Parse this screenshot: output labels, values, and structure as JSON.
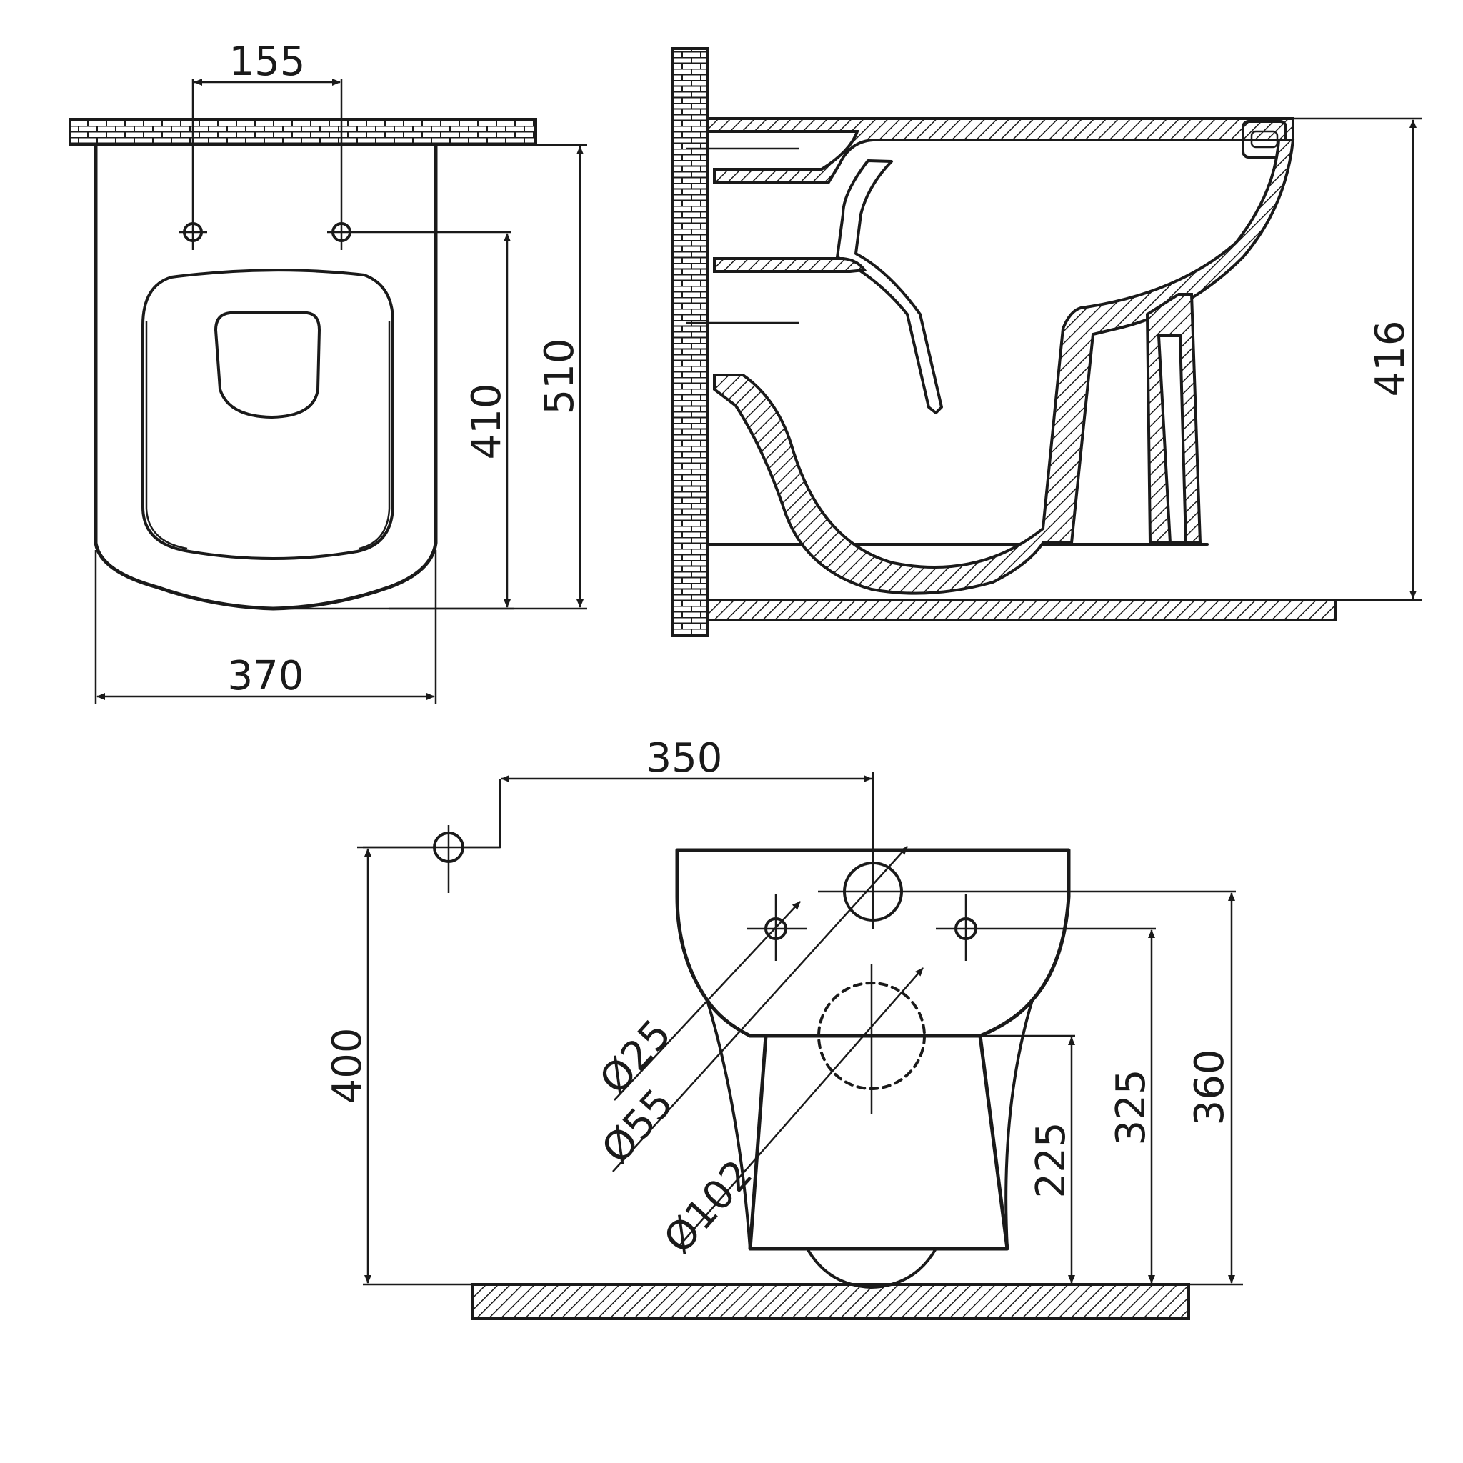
{
  "top_view": {
    "dim_hole_spacing": "155",
    "dim_width": "370",
    "dim_hole_to_front": "410",
    "dim_depth": "510"
  },
  "side_view": {
    "dim_height": "416"
  },
  "front_view": {
    "dim_pipe_offset": "350",
    "dim_total_height": "400",
    "dim_outlet_height": "225",
    "dim_fixing_height": "325",
    "dim_inlet_height": "360",
    "dia_fixing": "Ø25",
    "dia_inlet": "Ø55",
    "dia_outlet": "Ø102"
  }
}
